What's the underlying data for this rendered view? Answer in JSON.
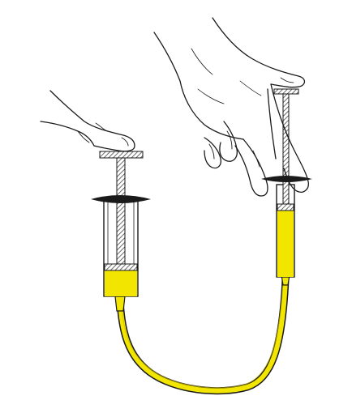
{
  "figure": {
    "colors": {
      "fluid": "#f2e600",
      "fluid_dark": "#c9b800",
      "ink": "#1a1a1a",
      "background": "#ffffff",
      "plunger_hatch": "#555555"
    },
    "components": [
      {
        "name": "large-syringe",
        "role": "input piston pushed down by finger"
      },
      {
        "name": "small-syringe",
        "role": "output piston lifted against hand"
      },
      {
        "name": "connecting-tube",
        "role": "carries fluid between syringes"
      }
    ],
    "fluid_level": {
      "large_syringe_fraction_filled": 0.28,
      "small_syringe_fraction_filled": 0.82
    }
  }
}
